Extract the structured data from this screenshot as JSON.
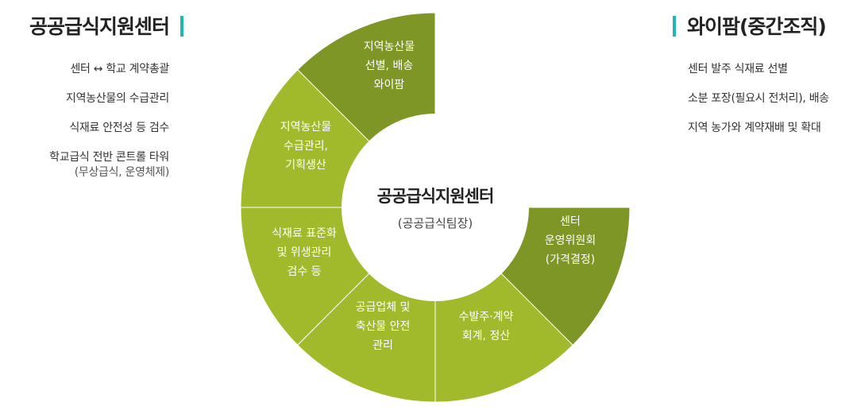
{
  "left_panel": {
    "title": "공공급식지원센터",
    "items": [
      {
        "text": "센터 ↔ 학교 계약총괄",
        "sub": ""
      },
      {
        "text": "지역농산물의 수급관리",
        "sub": ""
      },
      {
        "text": "식재료 안전성 등 검수",
        "sub": ""
      },
      {
        "text": "학교급식 전반 콘트롤 타워",
        "sub": "(무상급식, 운영체제)"
      }
    ]
  },
  "right_panel": {
    "title": "와이팜(중간조직)",
    "items": [
      {
        "text": "센터 발주 식재료 선별"
      },
      {
        "text": "소분 포장(필요시 전처리), 배송"
      },
      {
        "text": "지역 농가와 계약재배 및 확대"
      }
    ]
  },
  "center": {
    "title": "공공급식지원센터",
    "subtitle": "(공공급식팀장)"
  },
  "segments": [
    {
      "lines": [
        "지역농산물",
        "선별, 배송",
        "와이팜"
      ],
      "color": "#7e9626"
    },
    {
      "lines": [
        "지역농산물",
        "수급관리,",
        "기획생산"
      ],
      "color": "#a1ba2b"
    },
    {
      "lines": [
        "식재료 표준화",
        "및 위생관리",
        "검수 등"
      ],
      "color": "#a1ba2b"
    },
    {
      "lines": [
        "공급업체 및",
        "축산물 안전",
        "관리"
      ],
      "color": "#a1ba2b"
    },
    {
      "lines": [
        "수발주·계약",
        "회계, 정산"
      ],
      "color": "#a1ba2b"
    },
    {
      "lines": [
        "센터",
        "운영위원회",
        "(가격결정)"
      ],
      "color": "#7e9626"
    }
  ]
}
